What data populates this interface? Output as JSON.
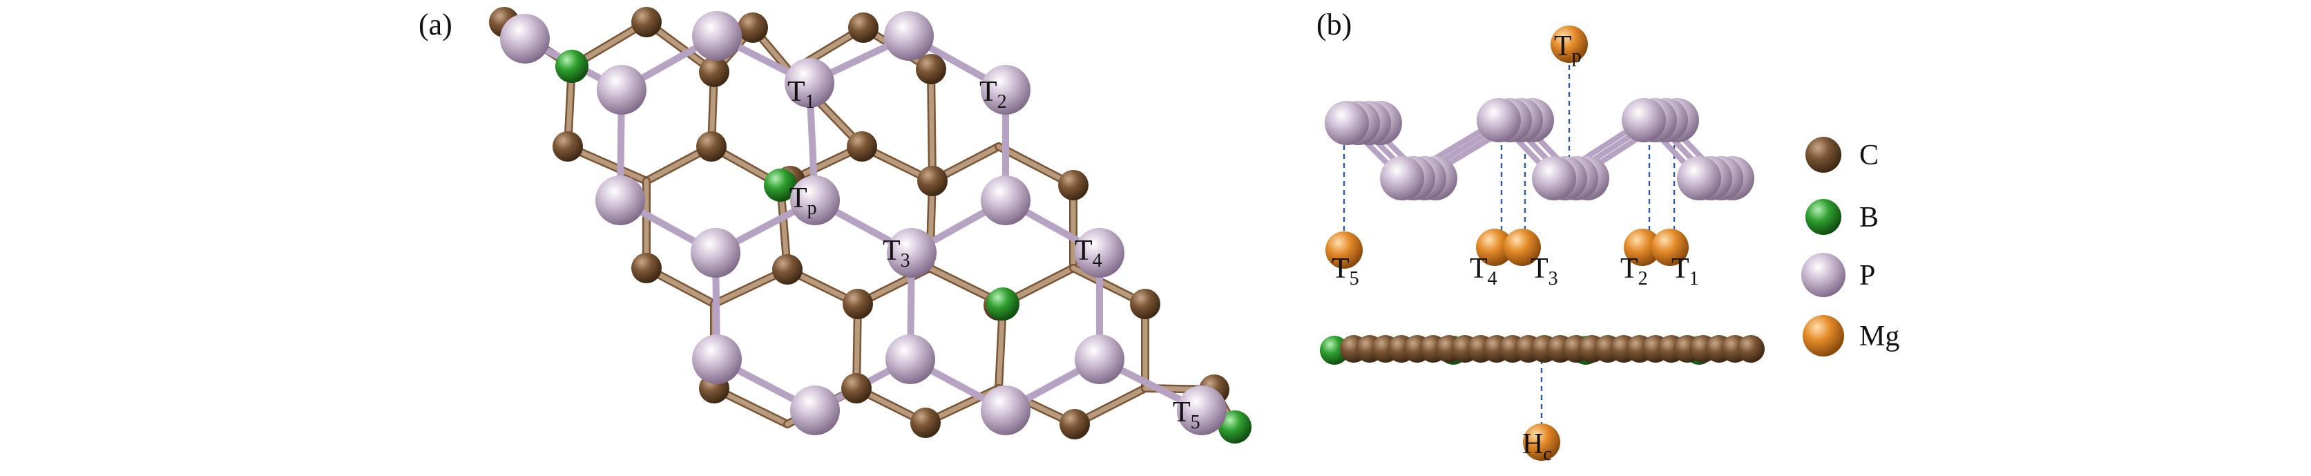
{
  "panels": {
    "a": {
      "label": "(a)"
    },
    "b": {
      "label": "(b)"
    }
  },
  "sites_a": {
    "T1": {
      "main": "T",
      "sub": "1"
    },
    "T2": {
      "main": "T",
      "sub": "2"
    },
    "Tp": {
      "main": "T",
      "sub": "p"
    },
    "T3": {
      "main": "T",
      "sub": "3"
    },
    "T4": {
      "main": "T",
      "sub": "4"
    },
    "T5": {
      "main": "T",
      "sub": "5"
    }
  },
  "sites_b": {
    "Tp": {
      "main": "T",
      "sub": "p"
    },
    "T5": {
      "main": "T",
      "sub": "5"
    },
    "T4": {
      "main": "T",
      "sub": "4"
    },
    "T3": {
      "main": "T",
      "sub": "3"
    },
    "T2": {
      "main": "T",
      "sub": "2"
    },
    "T1": {
      "main": "T",
      "sub": "1"
    },
    "Hc": {
      "main": "H",
      "sub": "c"
    }
  },
  "legend": [
    {
      "label": "C",
      "color": "#6b4a2e"
    },
    {
      "label": "B",
      "color": "#2e9a2e"
    },
    {
      "label": "P",
      "color": "#c9b8cf"
    },
    {
      "label": "Mg",
      "color": "#e08a2c"
    }
  ],
  "colors": {
    "carbon": "#6b4a2e",
    "boron": "#2e9a2e",
    "phosphorus": "#c9b8cf",
    "magnesium": "#e08a2c",
    "cc_bond": "#b89a7c",
    "pp_bond": "#b6a2c2",
    "dash_line": "#2a5aa8"
  }
}
